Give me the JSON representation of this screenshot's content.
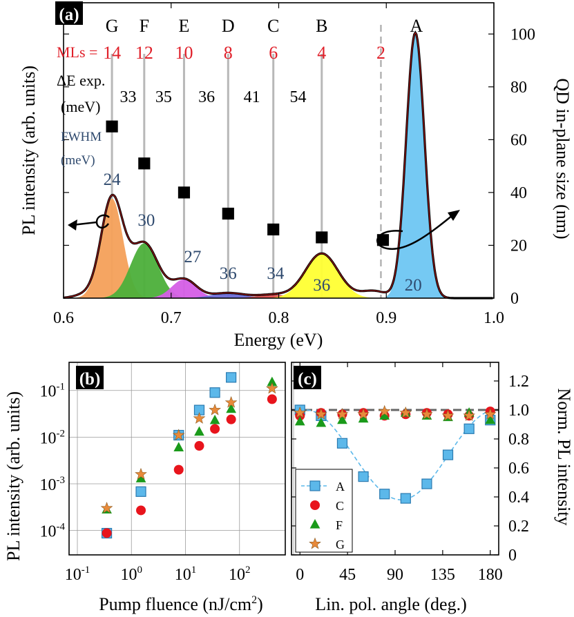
{
  "colors": {
    "red": "#e0202a",
    "navy": "#2f4a6e",
    "gray_line": "#b8b8b8",
    "fill_G": "#f4a05a",
    "fill_F": "#4caf3a",
    "fill_E": "#d55ee6",
    "fill_D": "#6b6bd6",
    "fill_C": "#e05050",
    "fill_B": "#ffff33",
    "fill_A": "#6ec6f2",
    "seriesA": "#5cb8ea",
    "seriesC": "#e8141c",
    "seriesF": "#1a9a1a",
    "seriesG": "#e88a3a"
  },
  "chart_data": [
    {
      "panel": "(a)",
      "type": "line",
      "xlabel": "Energy (eV)",
      "ylabel": "PL intensity (arb. units)",
      "y2label": "QD in-plane size (nm)",
      "xlim": [
        0.6,
        1.0
      ],
      "ylim": [
        0,
        1.0
      ],
      "y2lim": [
        0,
        110
      ],
      "xticks": [
        "0.6",
        "0.7",
        "0.8",
        "0.9",
        "1.0"
      ],
      "y2ticks": [
        "0",
        "20",
        "40",
        "60",
        "80",
        "100"
      ],
      "header_labels": [
        "MLs =",
        "ΔE exp.",
        "(meV)",
        "FWHM",
        "(meV)"
      ],
      "peaks": [
        {
          "label": "G",
          "ml": "14",
          "x": 0.645,
          "amp": 0.345,
          "fwhm": 24,
          "size": 65
        },
        {
          "label": "F",
          "ml": "12",
          "x": 0.675,
          "amp": 0.19,
          "fwhm": 30,
          "size": 51
        },
        {
          "label": "E",
          "ml": "10",
          "x": 0.712,
          "amp": 0.065,
          "fwhm": 27,
          "size": 40
        },
        {
          "label": "D",
          "ml": "8",
          "x": 0.753,
          "amp": 0.018,
          "fwhm": 36,
          "size": 32
        },
        {
          "label": "C",
          "ml": "6",
          "x": 0.795,
          "amp": 0.012,
          "fwhm": 34,
          "size": 26
        },
        {
          "label": "B",
          "ml": "4",
          "x": 0.84,
          "amp": 0.155,
          "fwhm": 36,
          "size": 23
        },
        {
          "label": "A",
          "ml": "2",
          "x": 0.927,
          "amp": 0.92,
          "fwhm": 20,
          "size": 22
        }
      ],
      "dashed_line_x": 0.895,
      "ml2_marker_x": 0.895,
      "delta_e": [
        "33",
        "35",
        "36",
        "41",
        "54"
      ],
      "fwhm_labels": [
        "24",
        "30",
        "27",
        "36",
        "34",
        "36",
        "20"
      ],
      "extra_size_point": {
        "x": 0.895,
        "size": 22
      }
    },
    {
      "panel": "(b)",
      "type": "scatter",
      "xlabel": "Pump fluence (nJ/cm",
      "xlabel_sup": "2",
      "xlabel_end": ")",
      "ylabel": "PL intensity (arb. units)",
      "log_x": true,
      "log_y": true,
      "xlim": [
        0.1,
        1000
      ],
      "ylim": [
        3e-05,
        0.4
      ],
      "xticks": [
        {
          "base": "10",
          "exp": "-1",
          "v": 0.1
        },
        {
          "base": "10",
          "exp": "0",
          "v": 1
        },
        {
          "base": "10",
          "exp": "1",
          "v": 10
        },
        {
          "base": "10",
          "exp": "2",
          "v": 100
        }
      ],
      "yticks": [
        {
          "base": "10",
          "exp": "-4",
          "v": 0.0001
        },
        {
          "base": "10",
          "exp": "-3",
          "v": 0.001
        },
        {
          "base": "10",
          "exp": "-2",
          "v": 0.01
        },
        {
          "base": "10",
          "exp": "-1",
          "v": 0.1
        }
      ],
      "series": [
        {
          "name": "A",
          "marker": "square",
          "x": [
            0.35,
            1.5,
            7.5,
            18,
            35,
            70
          ],
          "y": [
            8.75e-05,
            0.00068,
            0.011,
            0.038,
            0.09,
            0.19
          ]
        },
        {
          "name": "C",
          "marker": "circle",
          "x": [
            0.35,
            1.5,
            7.5,
            18,
            35,
            70,
            400
          ],
          "y": [
            8.8e-05,
            0.00027,
            0.002,
            0.0065,
            0.015,
            0.024,
            0.065
          ]
        },
        {
          "name": "F",
          "marker": "triangle",
          "x": [
            0.35,
            1.5,
            7.5,
            18,
            35,
            70,
            400
          ],
          "y": [
            0.00028,
            0.0013,
            0.006,
            0.013,
            0.023,
            0.04,
            0.15
          ]
        },
        {
          "name": "G",
          "marker": "star",
          "x": [
            0.35,
            1.5,
            7.5,
            18,
            35,
            70,
            400
          ],
          "y": [
            0.0003,
            0.0016,
            0.011,
            0.025,
            0.038,
            0.055,
            0.11
          ]
        }
      ]
    },
    {
      "panel": "(c)",
      "type": "scatter",
      "xlabel": "Lin. pol. angle (deg.)",
      "ylabel": "Norm. PL intensity",
      "xlim": [
        -8,
        188
      ],
      "ylim": [
        0,
        1.3
      ],
      "xticks": [
        "0",
        "45",
        "90",
        "135",
        "180"
      ],
      "yticks": [
        "0",
        "0.2",
        "0.4",
        "0.6",
        "0.8",
        "1.0",
        "1.2"
      ],
      "reference_line_y": 1.0,
      "series": [
        {
          "name": "A",
          "marker": "square",
          "x": [
            0,
            20,
            40,
            60,
            80,
            100,
            120,
            140,
            160,
            180
          ],
          "y": [
            1.0,
            0.96,
            0.77,
            0.54,
            0.42,
            0.39,
            0.49,
            0.69,
            0.87,
            0.93
          ]
        },
        {
          "name": "C",
          "marker": "circle",
          "x": [
            0,
            20,
            40,
            60,
            80,
            100,
            120,
            140,
            160,
            180
          ],
          "y": [
            0.96,
            0.98,
            0.97,
            0.98,
            0.96,
            0.97,
            0.98,
            0.97,
            0.96,
            0.99
          ]
        },
        {
          "name": "F",
          "marker": "triangle",
          "x": [
            0,
            20,
            40,
            60,
            80,
            100,
            120,
            140,
            160,
            180
          ],
          "y": [
            0.92,
            0.91,
            0.93,
            0.94,
            0.96,
            0.98,
            0.96,
            0.95,
            0.98,
            0.93
          ]
        },
        {
          "name": "G",
          "marker": "star",
          "x": [
            0,
            20,
            40,
            60,
            80,
            100,
            120,
            140,
            160,
            180
          ],
          "y": [
            0.98,
            0.97,
            0.97,
            0.97,
            0.99,
            0.98,
            0.97,
            0.96,
            0.96,
            0.97
          ]
        }
      ],
      "legend": [
        "A",
        "C",
        "F",
        "G"
      ]
    }
  ]
}
